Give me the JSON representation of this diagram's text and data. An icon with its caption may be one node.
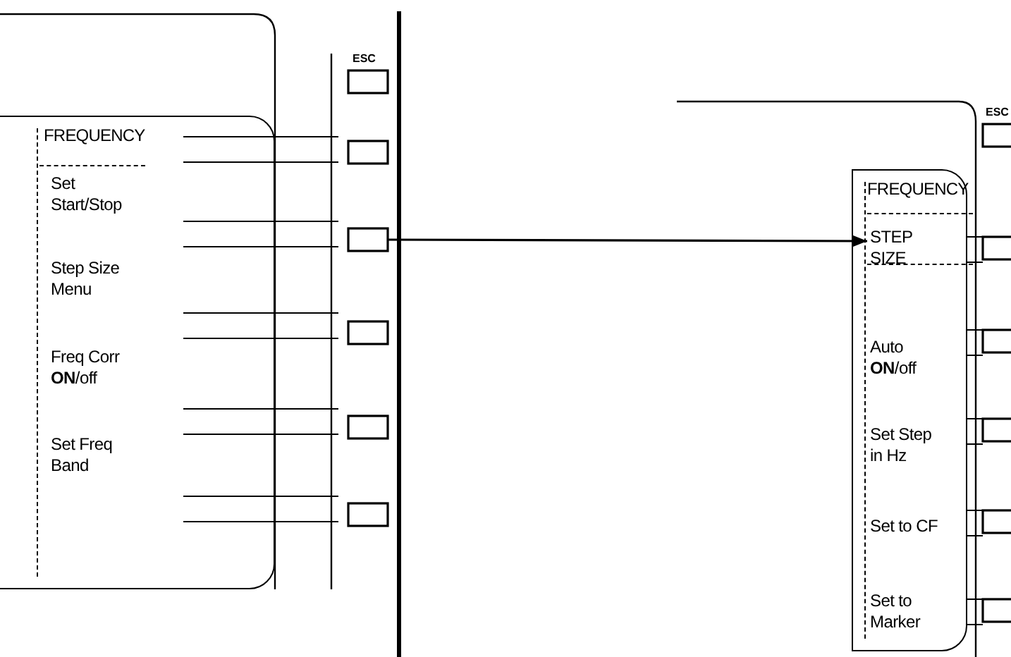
{
  "diagram": {
    "nodes": [
      {
        "text": [
          "FREQUENCY"
        ]
      },
      {
        "text": [
          "Set Start/Stop"
        ],
        "in": 0
      },
      {
        "text": [
          "Step Size Menu"
        ],
        "in": 0
      },
      {
        "text": [
          "Freq Corr **ON**/off"
        ],
        "in": 0
      },
      {
        "text": [
          "Set Freq Band"
        ],
        "in": 0
      },
      {
        "text": [],
        "shape": "box"
      },
      {
        "text": [
          "FREQUENCY"
        ]
      },
      {
        "text": [
          "STEP SIZE"
        ],
        "in": 6
      },
      {
        "text": [
          "Auto **ON**/off"
        ],
        "in": 6
      },
      {
        "text": [
          "Set Step in Hz"
        ],
        "in": 6
      },
      {
        "text": [
          "Set to CF"
        ],
        "in": 6
      },
      {
        "text": [
          "Set to Marker"
        ],
        "in": 6
      }
    ],
    "edges": [
      {
        "from": 5,
        "to": 7,
        "arrow": "to"
      }
    ],
    "labels": [
      "ESC",
      "ESC"
    ]
  }
}
